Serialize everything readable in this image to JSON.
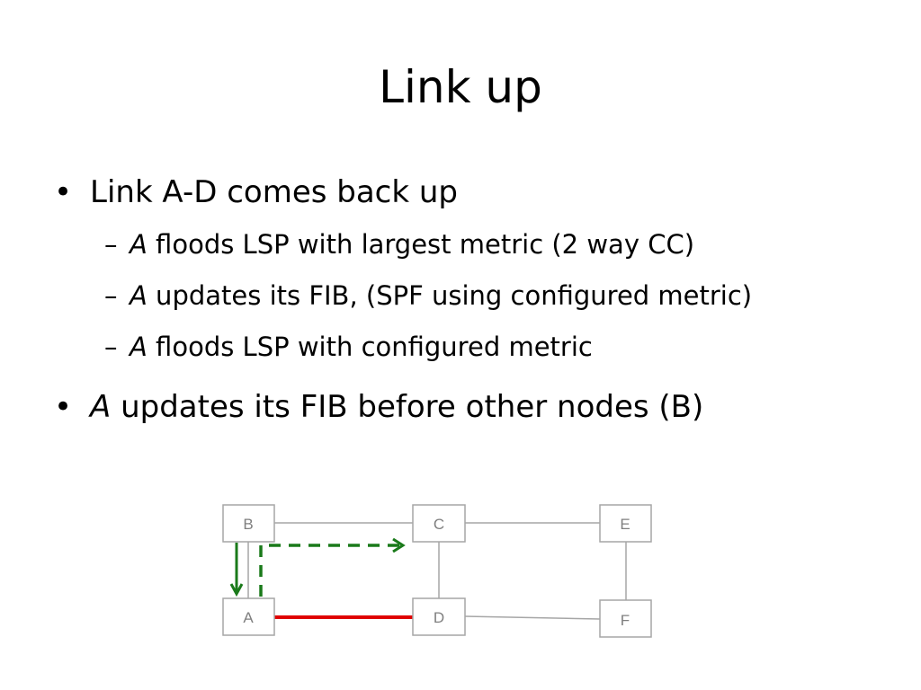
{
  "slide": {
    "title": "Link up"
  },
  "bullets": [
    {
      "marker": "•",
      "italic_prefix": "",
      "text": "Link A-D comes back up",
      "subitems": [
        {
          "marker": "–",
          "italic_prefix": "A",
          "text": " floods LSP with largest metric (2 way CC)"
        },
        {
          "marker": "–",
          "italic_prefix": "A",
          "text": " updates its FIB, (SPF using configured metric)"
        },
        {
          "marker": "–",
          "italic_prefix": "A",
          "text": " floods LSP with configured metric"
        }
      ]
    },
    {
      "marker": "•",
      "italic_prefix": "A",
      "text": " updates its FIB before other nodes (B)",
      "subitems": []
    }
  ],
  "diagram": {
    "nodes": [
      {
        "id": "B",
        "label": "B"
      },
      {
        "id": "C",
        "label": "C"
      },
      {
        "id": "E",
        "label": "E"
      },
      {
        "id": "A",
        "label": "A"
      },
      {
        "id": "D",
        "label": "D"
      },
      {
        "id": "F",
        "label": "F"
      }
    ],
    "links": [
      {
        "from": "B",
        "to": "C",
        "state": "normal"
      },
      {
        "from": "C",
        "to": "E",
        "state": "normal"
      },
      {
        "from": "B",
        "to": "A",
        "state": "normal"
      },
      {
        "from": "C",
        "to": "D",
        "state": "normal"
      },
      {
        "from": "E",
        "to": "F",
        "state": "normal"
      },
      {
        "from": "D",
        "to": "F",
        "state": "normal"
      },
      {
        "from": "A",
        "to": "D",
        "state": "highlighted"
      }
    ],
    "paths": [
      {
        "from": "B",
        "to": "A",
        "style": "solid"
      },
      {
        "from": "A",
        "to": "C",
        "via": "B",
        "style": "dashed"
      }
    ],
    "colors": {
      "link": "#a6a6a6",
      "highlighted_link": "#e00000",
      "path": "#1a7a1a",
      "node_border": "#a6a6a6",
      "node_label": "#7f7f7f"
    }
  }
}
